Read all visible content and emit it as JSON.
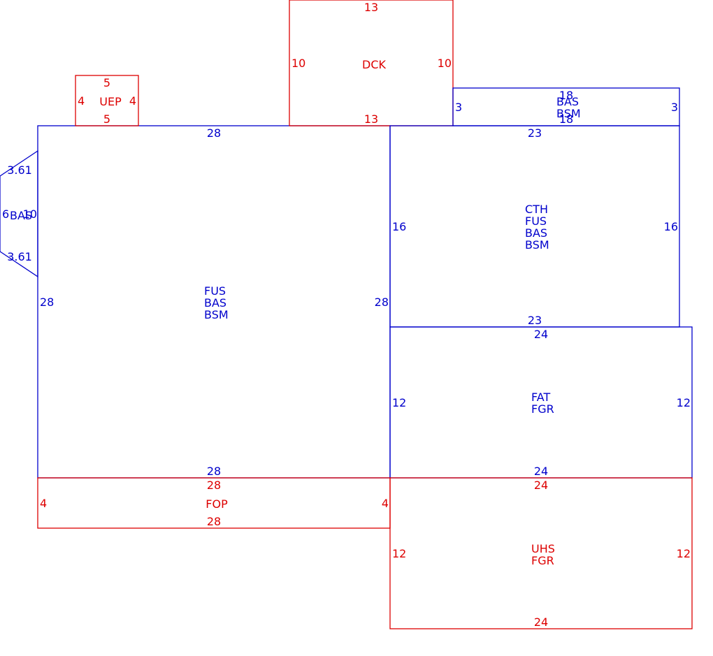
{
  "colors": {
    "living": "#0000cc",
    "other": "#dd0000",
    "background": "#ffffff"
  },
  "areas": {
    "main": {
      "codes": [
        "FUS",
        "BAS",
        "BSM"
      ],
      "dims": {
        "top": "28",
        "left": "28",
        "right": "28",
        "bottom": "28"
      }
    },
    "bay": {
      "codes": [
        "BAS"
      ],
      "dims": {
        "upper_diag": "3.61",
        "lower_diag": "3.61",
        "outer": "6",
        "inner": "10"
      }
    },
    "uep": {
      "codes": [
        "UEP"
      ],
      "dims": {
        "top": "5",
        "bottom": "5",
        "left": "4",
        "right": "4"
      }
    },
    "dck": {
      "codes": [
        "DCK"
      ],
      "dims": {
        "top": "13",
        "bottom": "13",
        "left": "10",
        "right": "10"
      }
    },
    "bas_strip": {
      "codes": [
        "BAS",
        "BSM"
      ],
      "dims": {
        "top": "18",
        "bottom": "18",
        "left": "3",
        "right": "3"
      }
    },
    "cth": {
      "codes": [
        "CTH",
        "FUS",
        "BAS",
        "BSM"
      ],
      "dims": {
        "top": "23",
        "bottom": "23",
        "left": "16",
        "right": "16"
      }
    },
    "fat": {
      "codes": [
        "FAT",
        "FGR"
      ],
      "dims": {
        "top": "24",
        "bottom": "24",
        "left": "12",
        "right": "12"
      }
    },
    "fop": {
      "codes": [
        "FOP"
      ],
      "dims": {
        "top": "28",
        "bottom": "28",
        "left": "4",
        "right": "4"
      }
    },
    "uhs": {
      "codes": [
        "UHS",
        "FGR"
      ],
      "dims": {
        "top": "24",
        "bottom": "24",
        "left": "12",
        "right": "12"
      }
    }
  }
}
